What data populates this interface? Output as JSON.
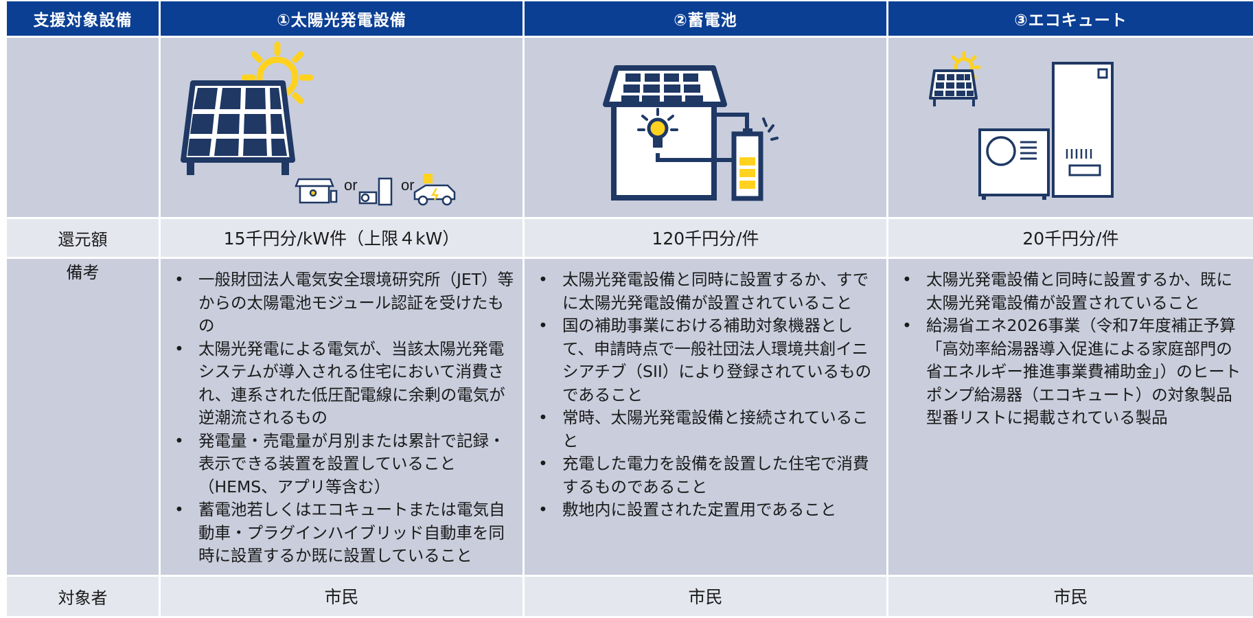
{
  "header": {
    "label_col": "支援対象設備",
    "col1": "①太陽光発電設備",
    "col2": "②蓄電池",
    "col3": "③エコキュート"
  },
  "icons": {
    "col1": [
      "solar-panel-icon",
      "sun-icon",
      "battery-house-icon",
      "ecocute-icon",
      "electric-car-icon"
    ],
    "col2": [
      "battery-house-icon",
      "light-bulb-icon",
      "battery-icon"
    ],
    "col3": [
      "solar-panel-icon",
      "sun-icon",
      "heat-pump-icon",
      "water-heater-tank-icon"
    ],
    "or_text": "or"
  },
  "rows": {
    "amount": {
      "label": "還元額",
      "col1": "15千円分/kW件（上限４kW）",
      "col2": "120千円分/件",
      "col3": "20千円分/件"
    },
    "notes": {
      "label": "備考",
      "col1": [
        "一般財団法人電気安全環境研究所（JET）等からの太陽電池モジュール認証を受けたもの",
        "太陽光発電による電気が、当該太陽光発電システムが導入される住宅において消費され、連系された低圧配電線に余剰の電気が逆潮流されるもの",
        "発電量・売電量が月別または累計で記録・表示できる装置を設置していること（HEMS、アプリ等含む）",
        "蓄電池若しくはエコキュートまたは電気自動車・プラグインハイブリッド自動車を同時に設置するか既に設置していること"
      ],
      "col2": [
        "太陽光発電設備と同時に設置するか、すでに太陽光発電設備が設置されていること",
        "国の補助事業における補助対象機器として、申請時点で一般社団法人環境共創イニシアチブ（SII）により登録されているものであること",
        "常時、太陽光発電設備と接続されていること",
        "充電した電力を設備を設置した住宅で消費するものであること",
        "敷地内に設置された定置用であること"
      ],
      "col3": [
        "太陽光発電設備と同時に設置するか、既に太陽光発電設備が設置されていること",
        "給湯省エネ2026事業（令和7年度補正予算「高効率給湯器導入促進による家庭部門の省エネルギー推進事業費補助金」）のヒートポンプ給湯器（エコキュート）の対象製品型番リストに掲載されている製品"
      ]
    },
    "target": {
      "label": "対象者",
      "col1": "市民",
      "col2": "市民",
      "col3": "市民"
    }
  },
  "colors": {
    "header_bg": "#0b3f94",
    "cell_dark": "#c9cddc",
    "cell_light": "#e5e7ef",
    "icon_navy": "#1f3864",
    "sun_yellow": "#ffd21f"
  }
}
